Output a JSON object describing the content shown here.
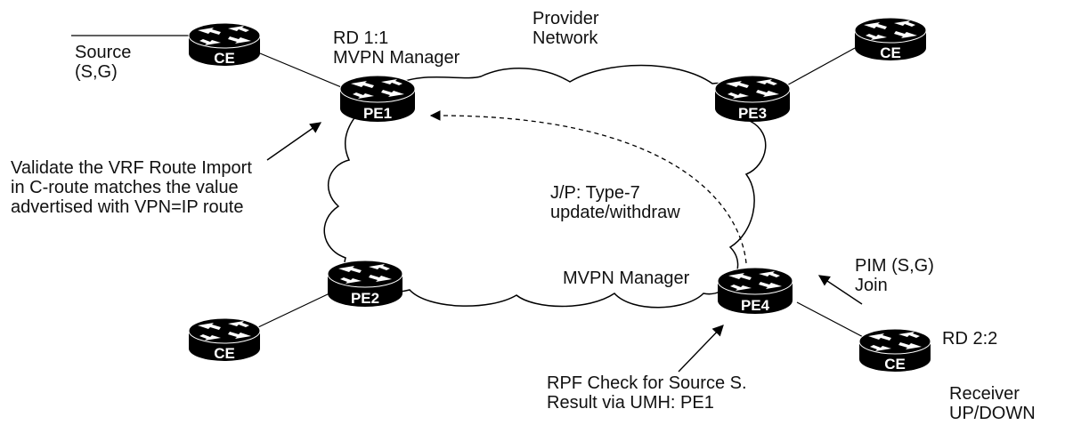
{
  "cloud": {
    "label": "Provider\nNetwork"
  },
  "routers": {
    "ce_source": "CE",
    "pe1": "PE1",
    "pe2": "PE2",
    "pe3": "PE3",
    "pe4": "PE4",
    "ce_pe2": "CE",
    "ce_pe3": "CE",
    "ce_receiver": "CE"
  },
  "labels": {
    "source": "Source\n(S,G)",
    "rd1": "RD 1:1\nMVPN Manager",
    "validate": "Validate the VRF Route Import\nin C-route matches the value\nadvertised with VPN=IP route",
    "jp": "J/P: Type-7\nupdate/withdraw",
    "mvpn_manager_pe4": "MVPN Manager",
    "pim_join": "PIM (S,G)\nJoin",
    "rd2": "RD 2:2",
    "rpf": "RPF Check for Source S.\nResult via UMH: PE1",
    "receiver": "Receiver\nUP/DOWN"
  }
}
